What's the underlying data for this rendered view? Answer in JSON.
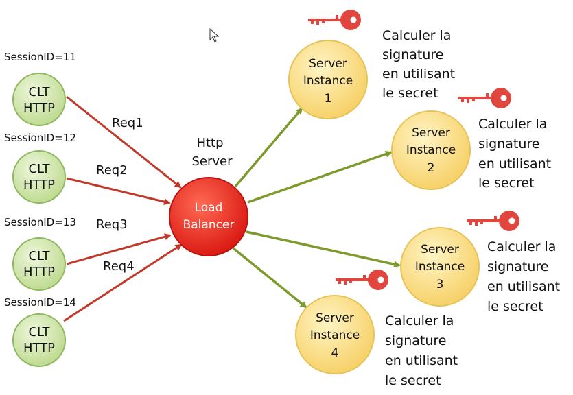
{
  "clients": [
    {
      "session": "SessionID=11",
      "line1": "CLT",
      "line2": "HTTP",
      "req": "Req1"
    },
    {
      "session": "SessionID=12",
      "line1": "CLT",
      "line2": "HTTP",
      "req": "Req2"
    },
    {
      "session": "SessionID=13",
      "line1": "CLT",
      "line2": "HTTP",
      "req": "Req3"
    },
    {
      "session": "SessionID=14",
      "line1": "CLT",
      "line2": "HTTP",
      "req": "Req4"
    }
  ],
  "http_server": {
    "line1": "Http",
    "line2": "Server"
  },
  "balancer": {
    "line1": "Load",
    "line2": "Balancer"
  },
  "servers": [
    {
      "line1": "Server",
      "line2": "Instance",
      "line3": "1"
    },
    {
      "line1": "Server",
      "line2": "Instance",
      "line3": "2"
    },
    {
      "line1": "Server",
      "line2": "Instance",
      "line3": "3"
    },
    {
      "line1": "Server",
      "line2": "Instance",
      "line3": "4"
    }
  ],
  "note": {
    "line1": "Calculer la",
    "line2": "signature",
    "line3": "en utilisant",
    "line4": "le secret"
  },
  "icons": {
    "key": "key-icon",
    "cursor": "cursor-icon"
  },
  "colors": {
    "client_fill": "#cfe6a6",
    "client_stroke": "#8fb861",
    "server_fill": "#fbe08a",
    "server_stroke": "#e6c35a",
    "balancer_fill": "#e8251f",
    "request_arrow": "#c0392b",
    "dispatch_arrow": "#7d9a2d",
    "key": "#e0463d"
  }
}
